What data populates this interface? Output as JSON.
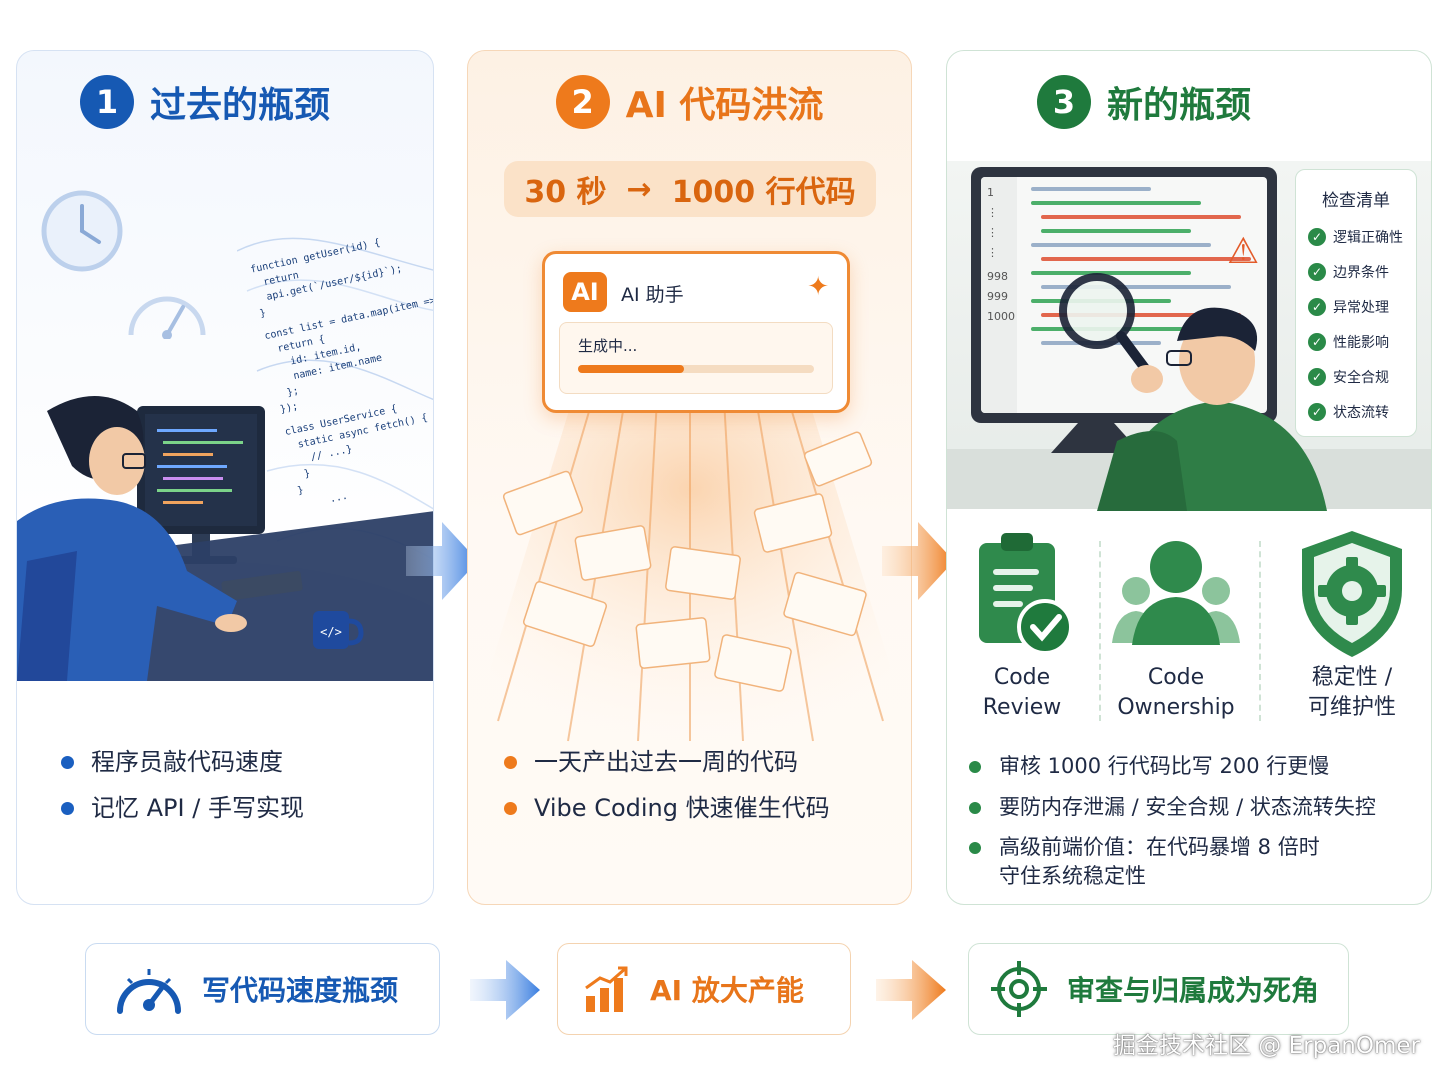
{
  "panel1": {
    "number": "1",
    "title": "过去的瓶颈",
    "code_lines": [
      "function getUser(id) {",
      "return api.get(`/user/${id}`);",
      "}",
      "const list = data.map(item => {",
      "return {",
      "id: item.id,",
      "name: item.name",
      "};",
      "});",
      "class UserService {",
      "static async fetch() {",
      "// ...}",
      "}",
      "}",
      "..."
    ],
    "mug_symbol": "</>",
    "bullets": [
      "程序员敲代码速度",
      "记忆 API / 手写实现"
    ]
  },
  "panel2": {
    "number": "2",
    "title": "AI 代码洪流",
    "speed_from": "30 秒",
    "speed_arrow": "→",
    "speed_to": "1000 行代码",
    "assistant_badge": "AI",
    "assistant_name": "AI 助手",
    "assistant_status": "生成中...",
    "progress": 0.45,
    "bullets": [
      "一天产出过去一周的代码",
      "Vibe Coding 快速催生代码"
    ]
  },
  "panel3": {
    "number": "3",
    "title": "新的瓶颈",
    "line_numbers": [
      "1",
      "⋮",
      "⋮",
      "⋮",
      "998",
      "999",
      "1000"
    ],
    "checklist_title": "检查清单",
    "checklist": [
      "逻辑正确性",
      "边界条件",
      "异常处理",
      "性能影响",
      "安全合规",
      "状态流转"
    ],
    "icon_labels": [
      {
        "line1": "Code",
        "line2": "Review"
      },
      {
        "line1": "Code",
        "line2": "Ownership"
      },
      {
        "line1": "稳定性 /",
        "line2": "可维护性"
      }
    ],
    "bullets": [
      "审核 1000 行代码比写 200 行更慢",
      "要防内存泄漏 / 安全合规 / 状态流转失控"
    ],
    "bullet3_line1": "高级前端价值：在代码暴增 8 倍时",
    "bullet3_line2": "守住系统稳定性"
  },
  "bottom": {
    "item1": "写代码速度瓶颈",
    "item2": "AI 放大产能",
    "item3": "审查与归属成为死角"
  },
  "colors": {
    "blue": "#1659b3",
    "orange": "#ee7a1c",
    "green": "#1f7a3d"
  },
  "watermark": "掘金技术社区 @ ErpanOmer"
}
